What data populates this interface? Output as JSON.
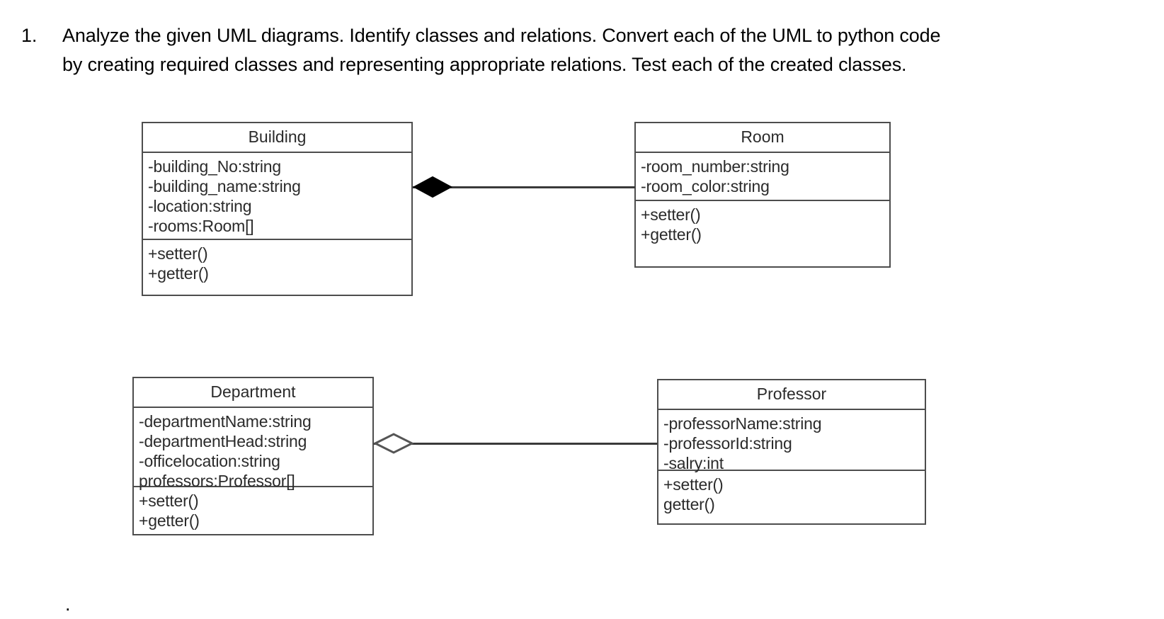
{
  "question": {
    "number": "1.",
    "lines": [
      "Analyze the given UML diagrams. Identify classes and relations. Convert each of the UML to python code",
      "by creating required classes and representing appropriate relations. Test each of the created classes."
    ]
  },
  "diagram": {
    "title": "UML class diagrams",
    "line_color": "#4d4d4d",
    "text_color": "#2b2b2b",
    "background": "#ffffff",
    "classes": [
      {
        "id": "building",
        "name": "Building",
        "attributes": [
          "-building_No:string",
          "-building_name:string",
          "-location:string",
          "-rooms:Room[]"
        ],
        "methods": [
          "+setter()",
          "+getter()"
        ]
      },
      {
        "id": "room",
        "name": "Room",
        "attributes": [
          "-room_number:string",
          "-room_color:string"
        ],
        "methods": [
          "+setter()",
          "+getter()"
        ]
      },
      {
        "id": "department",
        "name": "Department",
        "attributes": [
          "-departmentName:string",
          "-departmentHead:string",
          "-officelocation:string",
          "professors:Professor[]"
        ],
        "methods": [
          "+setter()",
          "+getter()"
        ]
      },
      {
        "id": "professor",
        "name": "Professor",
        "attributes": [
          "-professorName:string",
          "-professorId:string",
          "-salry:int"
        ],
        "methods": [
          "+setter()",
          "getter()"
        ]
      }
    ],
    "relations": [
      {
        "id": "building-room",
        "type": "composition",
        "marker": "filled-diamond",
        "from": "Building",
        "to": "Room"
      },
      {
        "id": "department-professor",
        "type": "aggregation",
        "marker": "hollow-diamond",
        "from": "Department",
        "to": "Professor"
      }
    ]
  },
  "footer": {
    "trailing_mark": "."
  }
}
